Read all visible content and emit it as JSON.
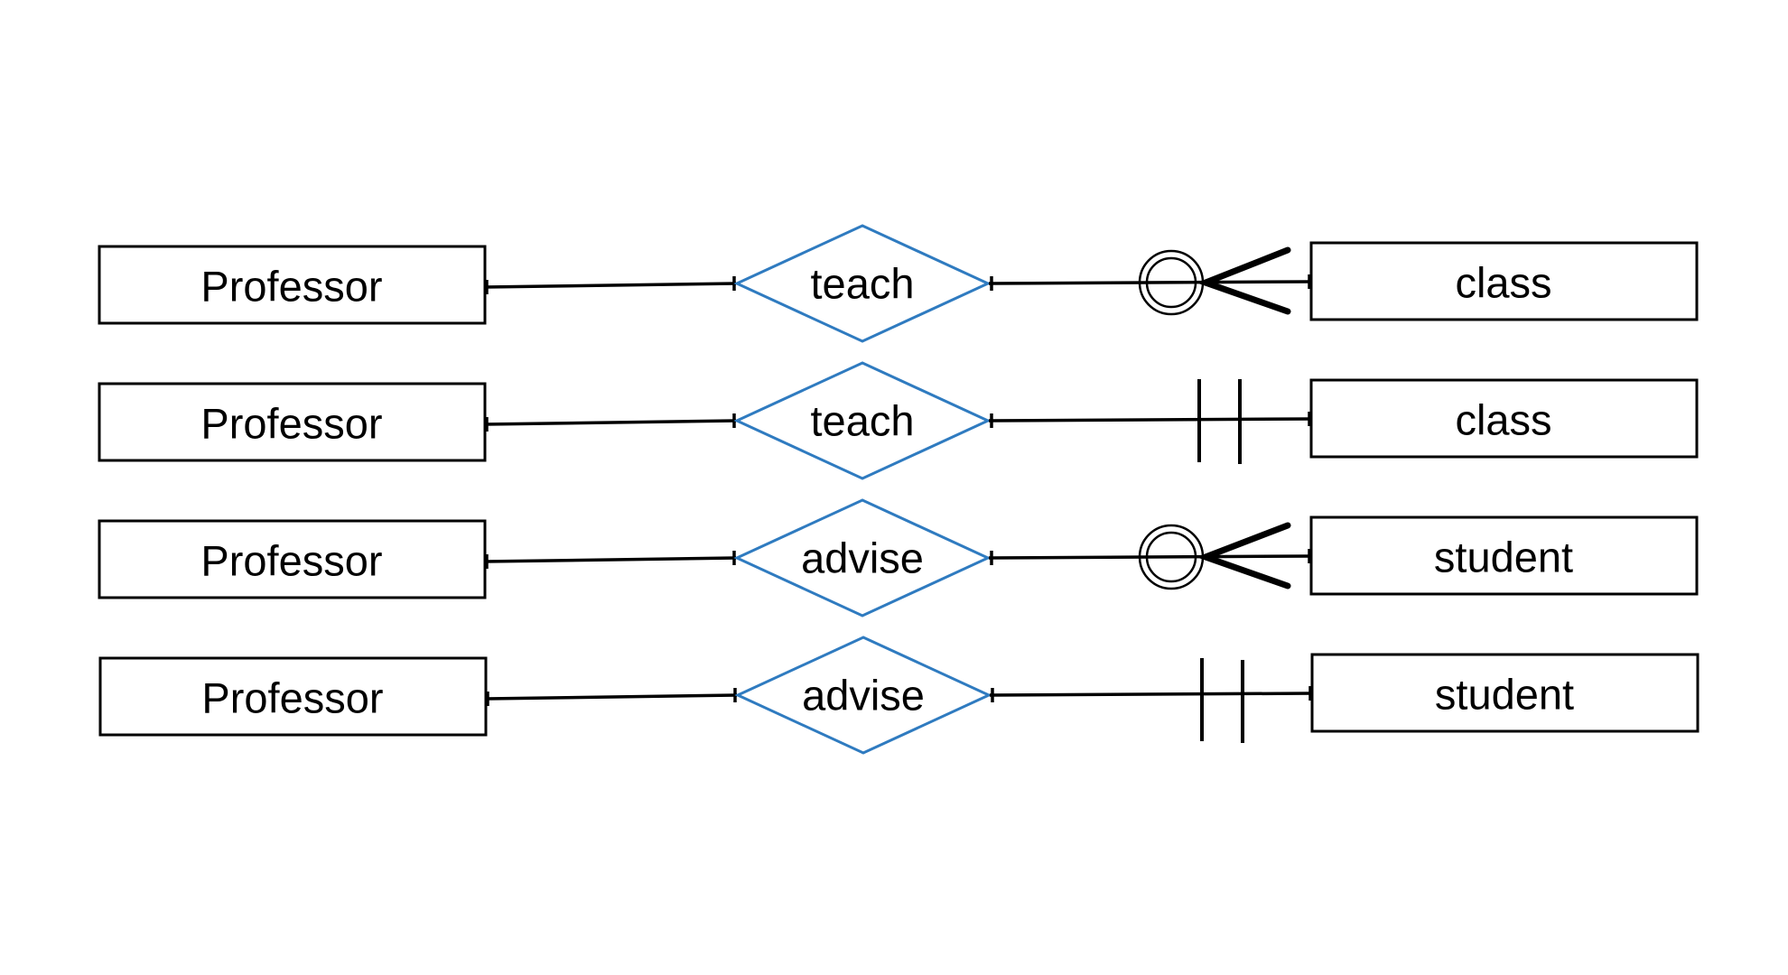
{
  "rows": [
    {
      "left_entity": "Professor",
      "relationship": "teach",
      "right_entity": "class",
      "right_cardinality": "zero-or-many"
    },
    {
      "left_entity": "Professor",
      "relationship": "teach",
      "right_entity": "class",
      "right_cardinality": "exactly-one"
    },
    {
      "left_entity": "Professor",
      "relationship": "advise",
      "right_entity": "student",
      "right_cardinality": "zero-or-many"
    },
    {
      "left_entity": "Professor",
      "relationship": "advise",
      "right_entity": "student",
      "right_cardinality": "exactly-one"
    }
  ],
  "colors": {
    "entity_stroke": "#000000",
    "relationship_stroke": "#2f7bc0",
    "background": "#ffffff"
  }
}
